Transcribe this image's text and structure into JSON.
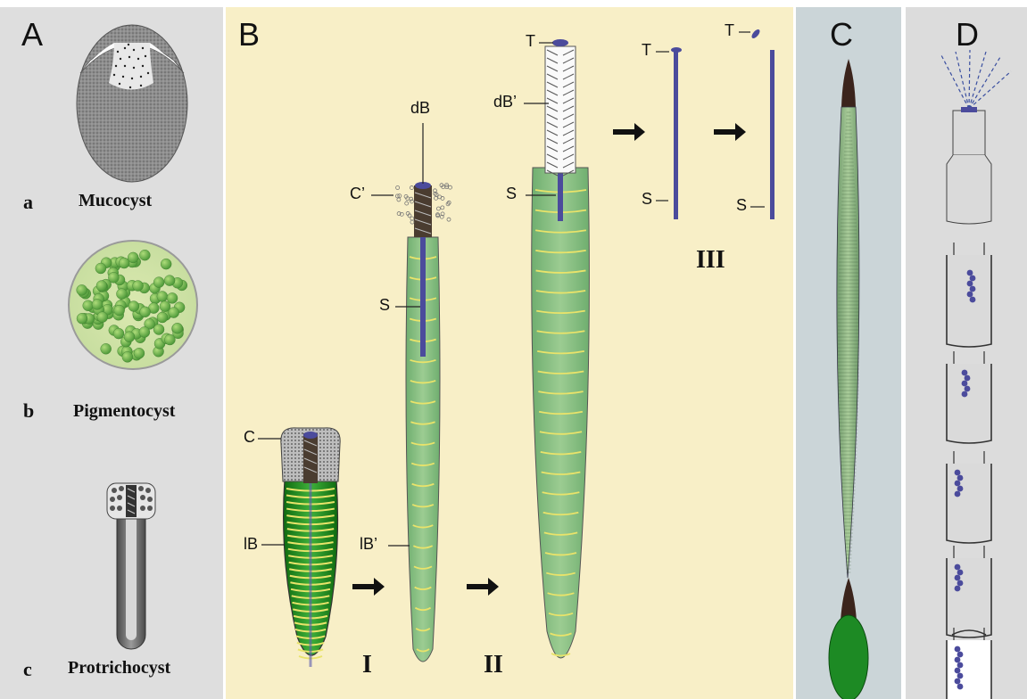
{
  "panels": {
    "A": {
      "label": "A",
      "items": [
        {
          "letter": "a",
          "name": "Mucocyst"
        },
        {
          "letter": "b",
          "name": "Pigmentocyst"
        },
        {
          "letter": "c",
          "name": "Protrichocyst"
        }
      ]
    },
    "B": {
      "label": "B",
      "stages": [
        "I",
        "II",
        "III"
      ],
      "structure_labels": {
        "C": "C",
        "lB": "lB",
        "Cp": "C’",
        "dB": "dB",
        "S1": "S",
        "lBp": "lB’",
        "T1": "T",
        "dBp": "dB’",
        "S2": "S",
        "T2": "T",
        "S3": "S",
        "T3": "T",
        "S4": "S"
      }
    },
    "C": {
      "label": "C"
    },
    "D": {
      "label": "D"
    }
  },
  "colors": {
    "panel_a_bg": "#dedede",
    "panel_b_bg": "#f8efc7",
    "panel_c_bg": "#cbd5d8",
    "panel_d_bg": "#dcdcdc",
    "green_body": "#8fc08a",
    "dark_green": "#1f8a1f",
    "yellow_band": "#e9e36a",
    "blue_rod": "#4b4b9c"
  }
}
